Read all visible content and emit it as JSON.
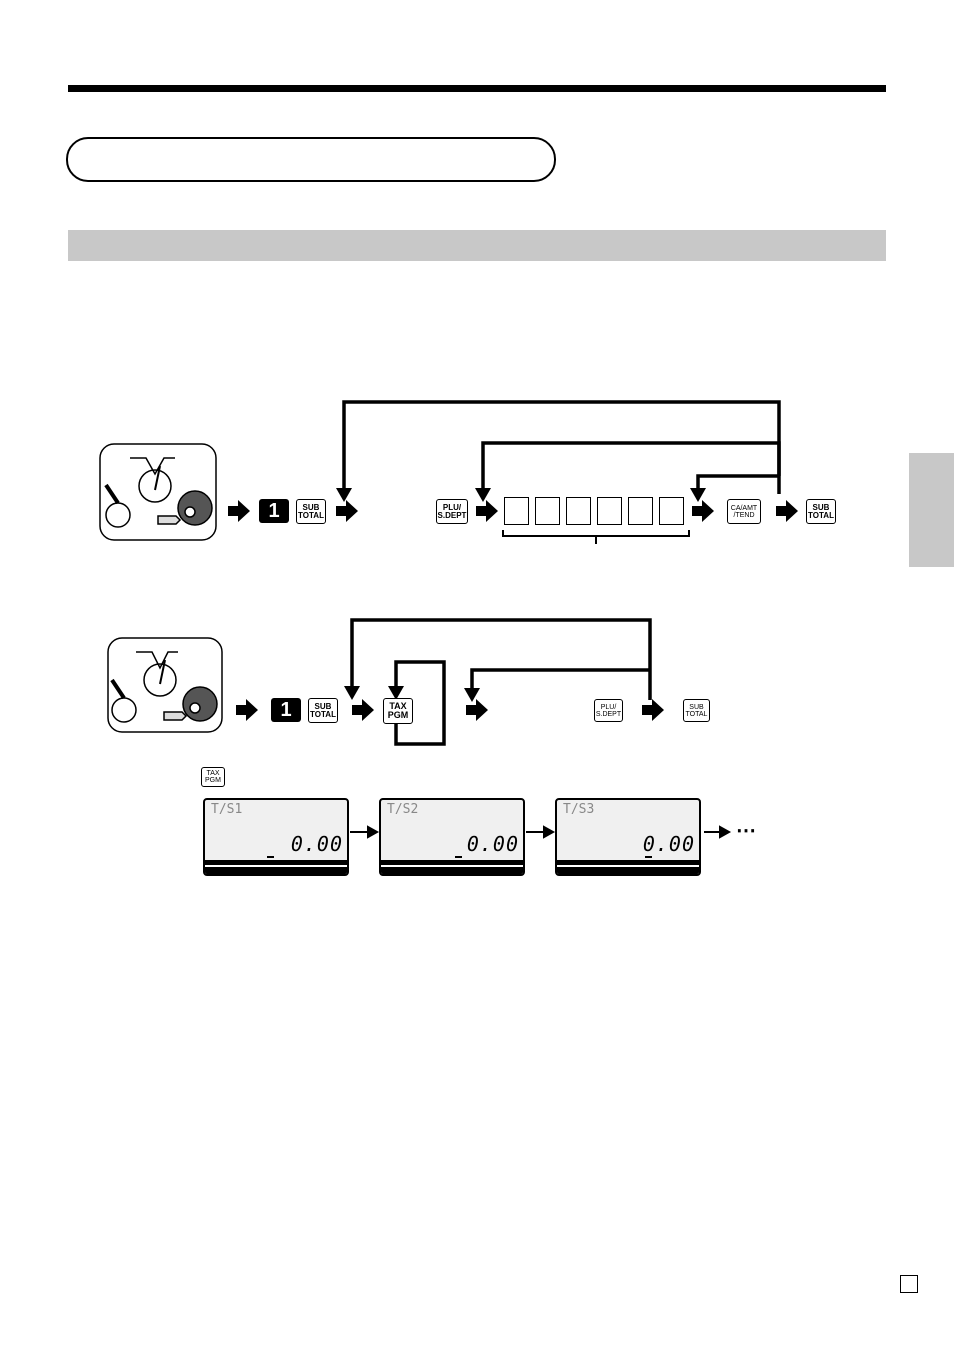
{
  "flow1": {
    "key_1": "1",
    "subtotal_key": [
      "SUB",
      "TOTAL"
    ],
    "plu_key": [
      "PLU/",
      "S.DEPT"
    ],
    "ca_key": [
      "CA/AMT",
      "/TEND"
    ],
    "subtotal_key_end": [
      "SUB",
      "TOTAL"
    ]
  },
  "flow2": {
    "key_1": "1",
    "subtotal_key": [
      "SUB",
      "TOTAL"
    ],
    "tax_key": [
      "TAX",
      "PGM"
    ],
    "plu_key": [
      "PLU/",
      "S.DEPT"
    ],
    "subtotal_key_end": [
      "SUB",
      "TOTAL"
    ]
  },
  "tax_key_label": [
    "TAX",
    "PGM"
  ],
  "displays": [
    {
      "label": "T/S1",
      "value": "0.00"
    },
    {
      "label": "T/S2",
      "value": "0.00"
    },
    {
      "label": "T/S3",
      "value": "0.00"
    }
  ],
  "ellipsis": "⋯"
}
